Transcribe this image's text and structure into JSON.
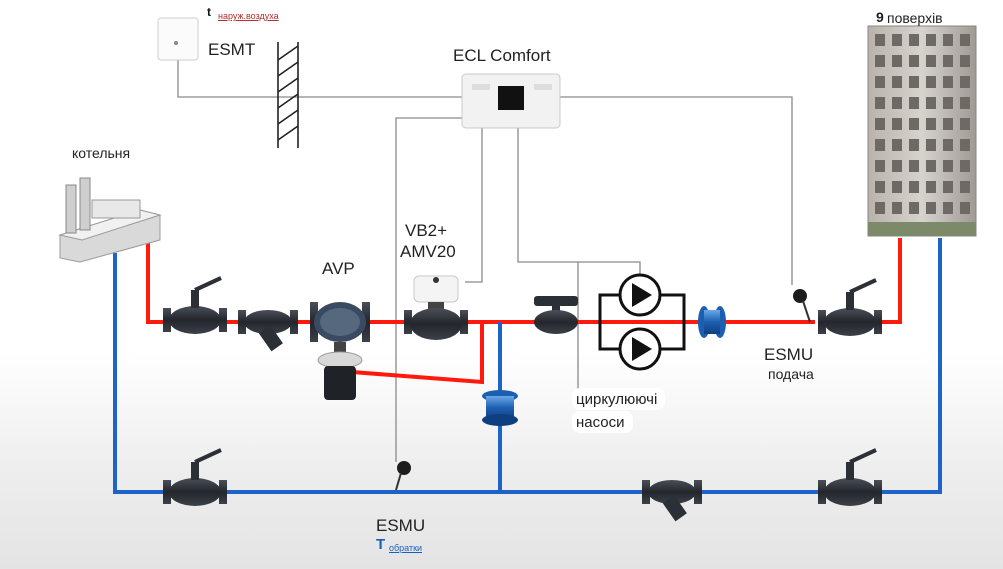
{
  "labels": {
    "ecl": "ECL Comfort",
    "esmt": "ESMT",
    "outdoor_t_mark": "t",
    "outdoor_t_sub": "наруж.воздуха",
    "boiler": "котельня",
    "building_floors_num": "9",
    "building_floors_word": "поверхів",
    "avp": "AVP",
    "vb2": "VB2+",
    "amv20": "AMV20",
    "esmu_supply": "ESMU",
    "supply": "подача",
    "pumps_line1": "циркулюючі",
    "pumps_line2": "насоси",
    "esmu_return": "ESMU",
    "return_T_mark": "T",
    "return_T_sub": "обратки"
  },
  "colors": {
    "supply_pipe": "#ff1a0d",
    "return_pipe": "#1e63c8",
    "signal_wire": "#8a8a8a",
    "valve_body": "#2b2f36"
  }
}
